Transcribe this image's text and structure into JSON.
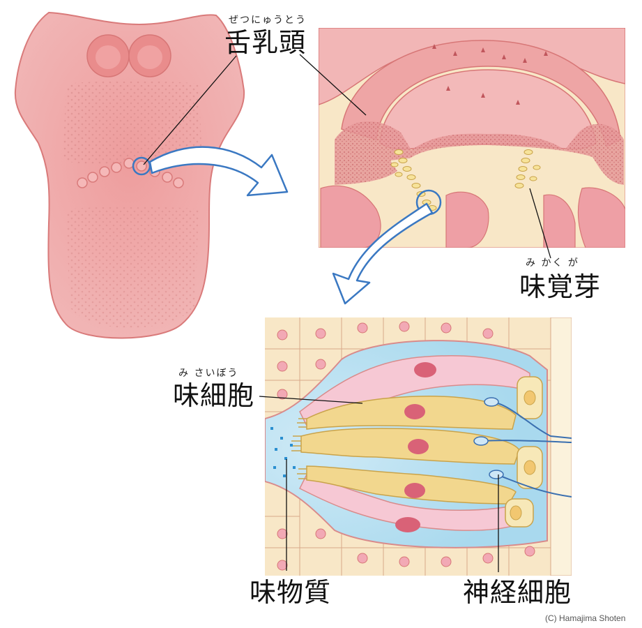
{
  "labels": {
    "papilla": {
      "text": "舌乳頭",
      "ruby": "ぜつにゅうとう"
    },
    "taste_bud": {
      "text": "味覚芽",
      "ruby": "み かく が"
    },
    "taste_cell": {
      "text": "味細胞",
      "ruby": "み さいぼう"
    },
    "taste_substance": {
      "text": "味物質"
    },
    "nerve_cell": {
      "text": "神経細胞"
    }
  },
  "credit": "(C) Hamajima Shoten",
  "colors": {
    "tongue": "#ec9a9a",
    "tongue_outline": "#d97a7a",
    "tissue": "#f5c6c6",
    "cream": "#f8e7c7",
    "cell_yellow": "#f2d78e",
    "cell_pink": "#f6c8d4",
    "nucleus": "#d96277",
    "fluid": "#a9d9ee",
    "arrow": "#3a78c2",
    "nerve": "#3a6fb0"
  }
}
